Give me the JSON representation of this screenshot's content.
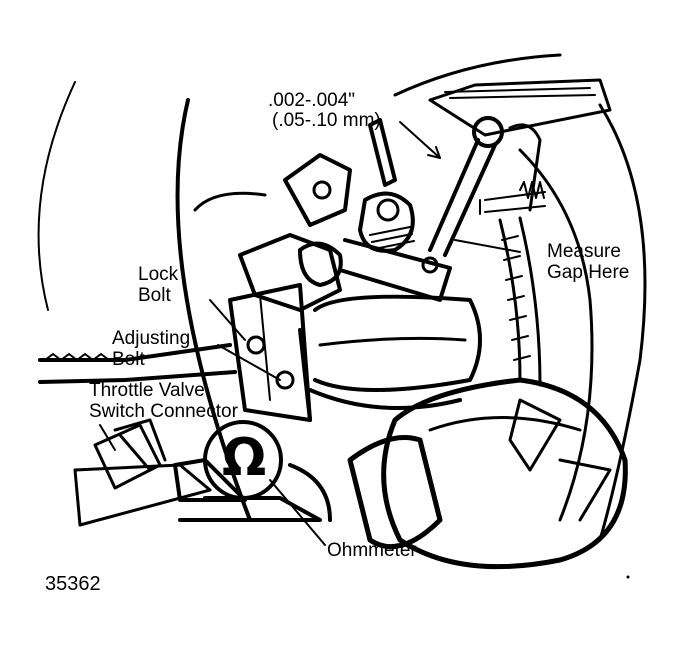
{
  "labels": {
    "gap_spec_in": ".002-.004\"",
    "gap_spec_mm": "(.05-.10 mm)",
    "measure_line1": "Measure",
    "measure_line2": "Gap Here",
    "lock_line1": "Lock",
    "lock_line2": "Bolt",
    "adjusting_line1": "Adjusting",
    "adjusting_line2": "Bolt",
    "throttle_line1": "Throttle Valve",
    "throttle_line2": "Switch Connector",
    "ohmmeter": "Ohmmeter",
    "ohm_symbol": "Ω",
    "figure_number": "35362"
  }
}
